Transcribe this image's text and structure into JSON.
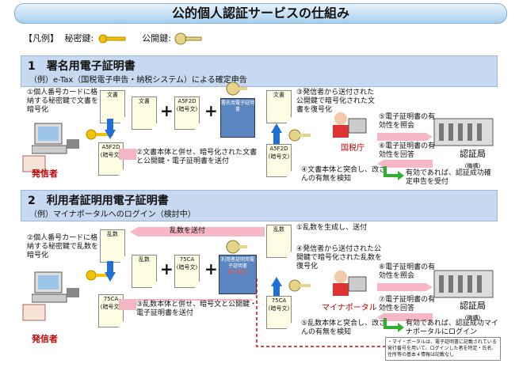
{
  "title": "公的個人認証サービスの仕組み",
  "legend": {
    "label": "【凡例】",
    "private_key": "秘密鍵:",
    "public_key": "公開鍵:"
  },
  "section1": {
    "heading": "1　署名用電子証明書",
    "example": "（例）e-Tax（国税電子申告・納税システム）による確定申告",
    "step1": "①個人番号カードに格納する秘密鍵で文書を暗号化",
    "step2": "②文書本体と併せ、暗号化された文書と公開鍵・電子証明書を送付",
    "step3": "③発信者から送付された公開鍵で暗号化された文書を復号化",
    "step4": "④文書本体と突合し、改ざんの有無を検知",
    "step5": "⑤電子証明書の有効性を照会",
    "step6": "⑥電子証明書の有効性を回答",
    "result": "有効であれば、認証成功確定申告を受付",
    "doc": "文書",
    "enc": "A5F2D",
    "enc_sub": "(暗号文)",
    "cert": "署名用電子証明書",
    "sender": "発信者",
    "receiver": "国税庁",
    "authority": "認証局",
    "authority_sub": "(機構)"
  },
  "section2": {
    "heading": "2　利用者証明用電子証明書",
    "example": "（例）マイナポータルへのログイン（検討中）",
    "step1": "①乱数を生成し、送付",
    "step2": "②個人番号カードに格納する秘密鍵で乱数を暗号化",
    "step3": "③乱数本体と併せ、暗号文と公開鍵・電子証明書を送付",
    "step4": "④発信者から送付された公開鍵で暗号化された乱数を復号化",
    "step5": "⑤乱数本体と突合し、改ざんの有無を検知",
    "step6": "⑥電子証明書の有効性を照会",
    "step7": "⑦電子証明書の有効性を回答",
    "result": "有効であれば、認証成功マイナポータルにログイン",
    "send_arrow": "乱数を送付",
    "rand": "乱数",
    "enc": "75CA",
    "enc_sub": "(暗号文)",
    "cert": "利用者証明用電子証明書",
    "cert_sub": "発行番号",
    "sender": "発信者",
    "receiver": "マイナポータル",
    "authority": "認証局",
    "authority_sub": "(機構)",
    "note": "・マイ・ポータルは、電子証明書に記載されている発行番号を用いて、ログインした者を特定・氏名、住所等の基本４情報は記載なし"
  },
  "colors": {
    "accent": "#c6d9f0",
    "arrow": "#f4b6c2",
    "red": "#c00000"
  }
}
